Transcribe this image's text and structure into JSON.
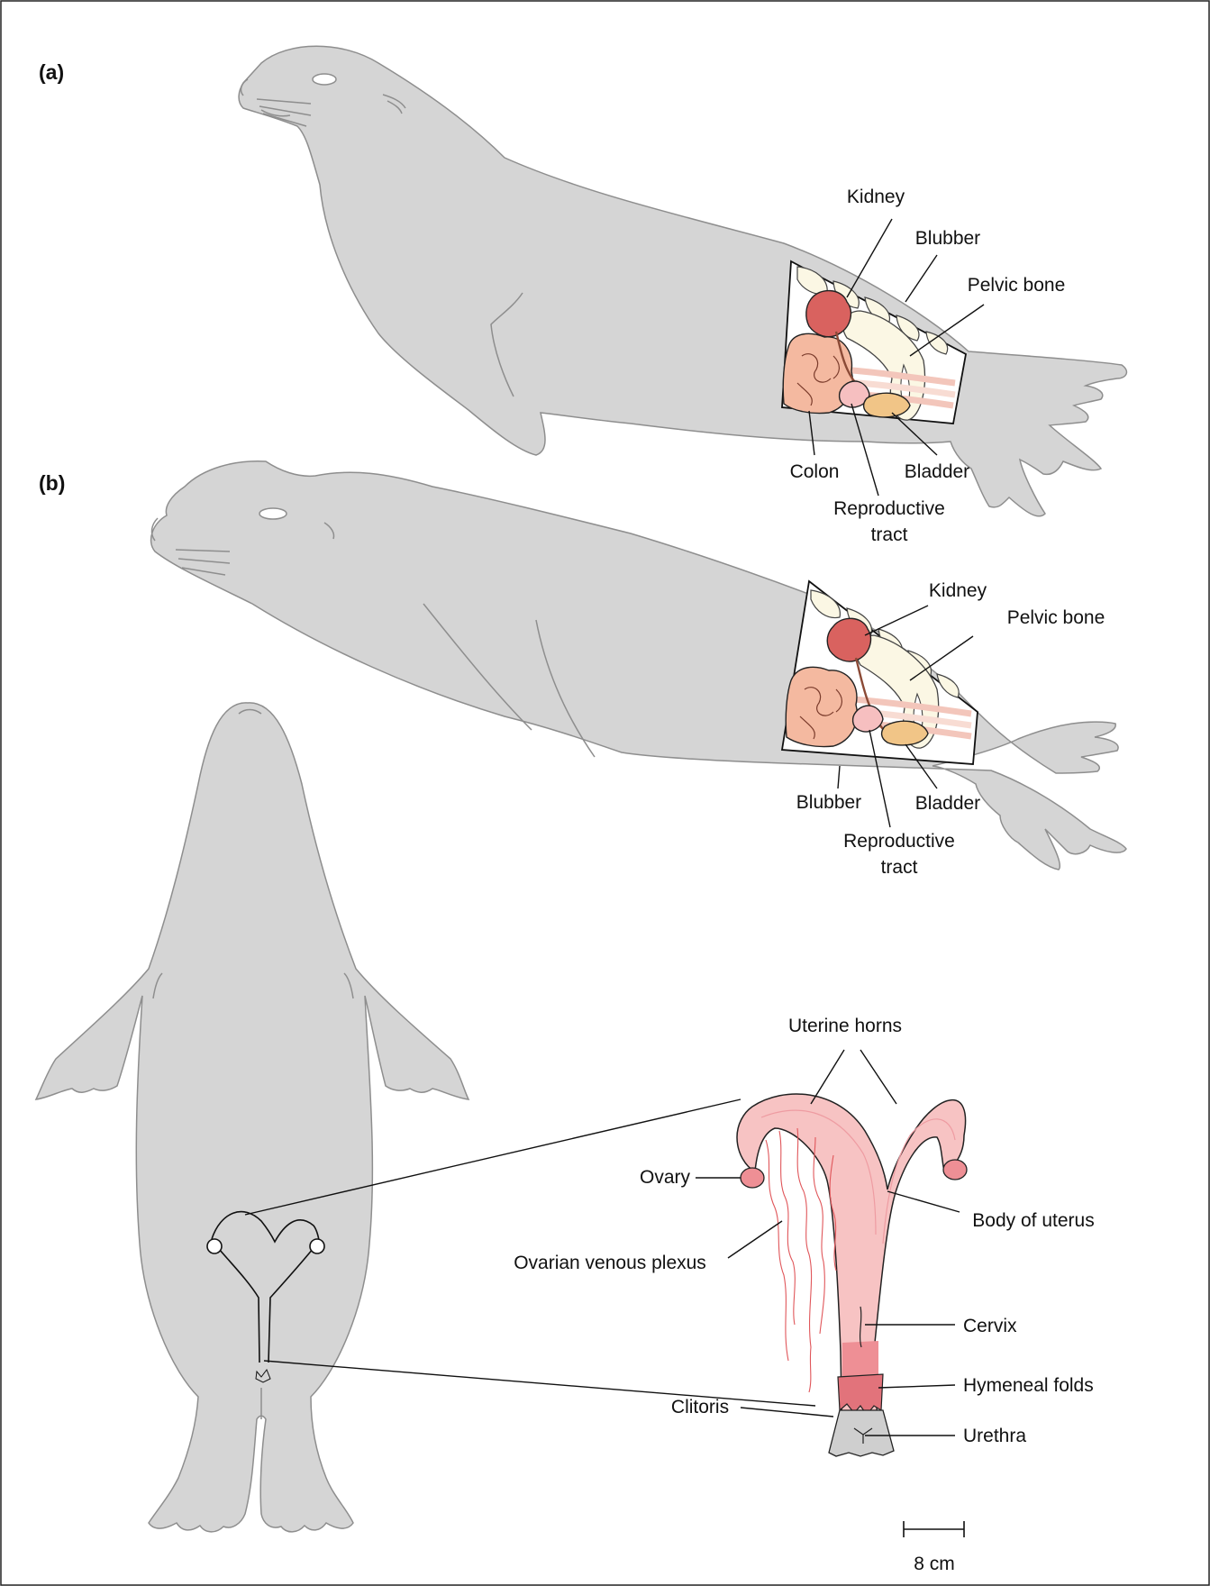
{
  "panel_a": {
    "letter": "(a)",
    "labels": {
      "kidney": "Kidney",
      "blubber": "Blubber",
      "pelvic_bone": "Pelvic bone",
      "colon": "Colon",
      "bladder": "Bladder",
      "reproductive_tract": [
        "Reproductive",
        "tract"
      ]
    }
  },
  "panel_b": {
    "letter": "(b)",
    "labels": {
      "kidney": "Kidney",
      "pelvic_bone": "Pelvic bone",
      "blubber": "Blubber",
      "bladder": "Bladder",
      "reproductive_tract": [
        "Reproductive",
        "tract"
      ]
    }
  },
  "uterus_detail": {
    "labels": {
      "uterine_horns": "Uterine horns",
      "ovary": "Ovary",
      "body_of_uterus": "Body of uterus",
      "ovarian_venous_plexus": "Ovarian venous plexus",
      "cervix": "Cervix",
      "hymeneal_folds": "Hymeneal folds",
      "clitoris": "Clitoris",
      "urethra": "Urethra"
    },
    "scale_bar": "8 cm"
  },
  "colors": {
    "seal_body": "#d5d5d5",
    "seal_outline": "#8e8e8e",
    "kidney": "#d9625f",
    "colon": "#f4b9a0",
    "intestine_bands": "#f3c6bb",
    "bladder": "#f1c587",
    "bone": "#fbf7e4",
    "uterus": "#f7c3c3",
    "uterus_dark": "#ee8f95",
    "vein": "#e0565a",
    "urethra_region": "#cfcfcf"
  }
}
